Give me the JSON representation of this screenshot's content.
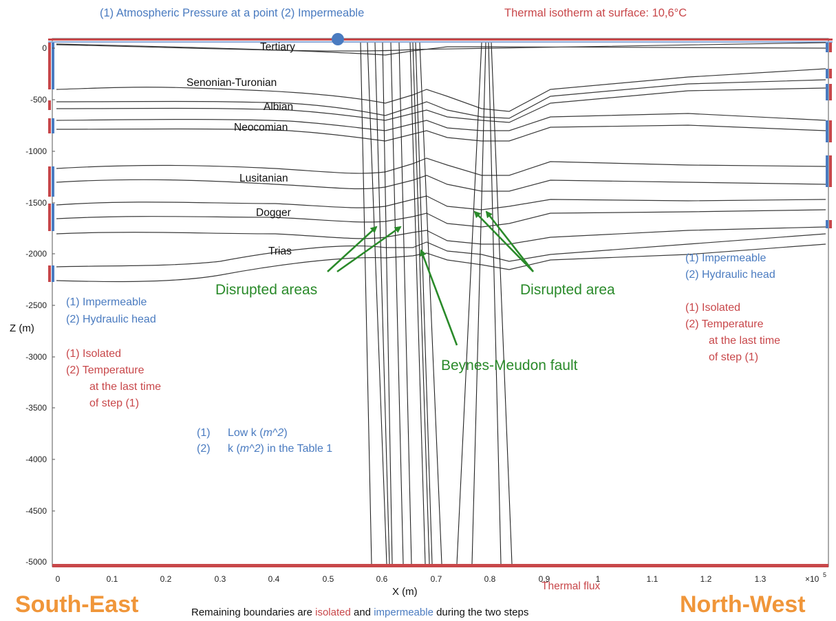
{
  "header": {
    "top_left": "(1) Atmospheric Pressure at a point  (2) Impermeable",
    "top_right": "Thermal isotherm at surface: 10,6°C"
  },
  "axes": {
    "x_label": "X (m)",
    "y_label": "Z (m)",
    "x_ticks": [
      "0",
      "0.1",
      "0.2",
      "0.3",
      "0.4",
      "0.5",
      "0.6",
      "0.7",
      "0.8",
      "0.9",
      "1",
      "1.1",
      "1.2",
      "1.3"
    ],
    "x_multiplier": "×10",
    "x_multiplier_exp": "5",
    "y_ticks": [
      "0",
      "-500",
      "-1000",
      "-1500",
      "-2000",
      "-2500",
      "-3000",
      "-3500",
      "-4000",
      "-4500",
      "-5000"
    ]
  },
  "layers": [
    "Tertiary",
    "Senonian-Turonian",
    "Albian",
    "Neocomian",
    "Lusitanian",
    "Dogger",
    "Trias"
  ],
  "annotations": {
    "disrupted_areas": "Disrupted areas",
    "disrupted_area": "Disrupted area",
    "fault": "Beynes-Meudon fault",
    "thermal_flux": "Thermal flux"
  },
  "left_boundary": {
    "hydraulic_1": "(1) Impermeable",
    "hydraulic_2": "(2) Hydraulic head",
    "thermal_1": "(1) Isolated",
    "thermal_2a": "(2) Temperature",
    "thermal_2b": "at the last time",
    "thermal_2c": "of step (1)"
  },
  "right_boundary": {
    "hydraulic_1": "(1) Impermeable",
    "hydraulic_2": "(2) Hydraulic head",
    "thermal_1": "(1) Isolated",
    "thermal_2a": "(2) Temperature",
    "thermal_2b": "at the last time",
    "thermal_2c": "of step (1)"
  },
  "permeability": {
    "line1_num": "(1)",
    "line1_text": "Low k (",
    "line1_unit": "m^2",
    "line1_end": ")",
    "line2_num": "(2)",
    "line2_text": "k (",
    "line2_unit": "m^2",
    "line2_end": ") in the Table 1"
  },
  "footer": {
    "left_label": "South-East",
    "right_label": "North-West",
    "note_pre": "Remaining boundaries are ",
    "note_isolated": "isolated",
    "note_mid": " and ",
    "note_impermeable": "impermeable",
    "note_post": " during the two steps"
  },
  "colors": {
    "blue": "#4a7bc0",
    "red": "#c8474a",
    "green": "#2a8a2a",
    "orange": "#f0963a",
    "line": "#3a3a3a"
  }
}
